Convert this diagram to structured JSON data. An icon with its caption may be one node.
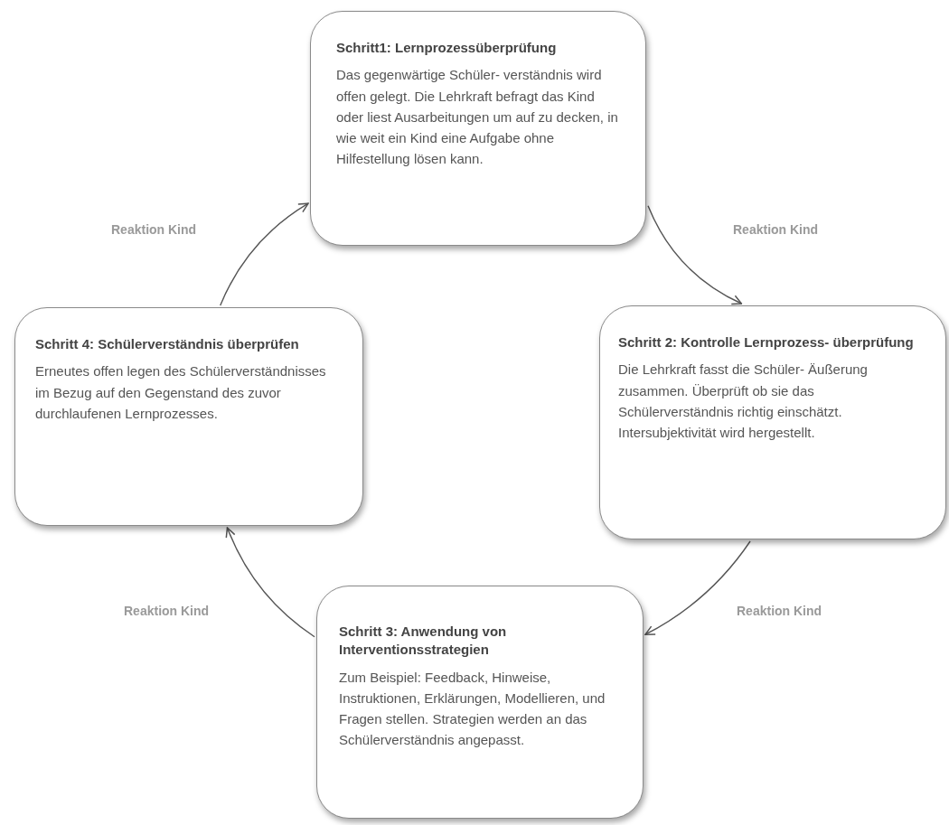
{
  "diagram": {
    "nodes": [
      {
        "text": [
          "Schritt1: Lernprozessüberprüfung",
          "Das gegenwärtige Schüler- verständnis wird offen gelegt. Die Lehrkraft befragt das Kind oder liest Ausarbeitungen um auf zu decken, in wie weit ein Kind eine Aufgabe ohne Hilfestellung lösen kann."
        ]
      },
      {
        "text": [
          "Schritt 2: Kontrolle Lernprozess- überprüfung",
          "Die Lehrkraft fasst die Schüler- Äußerung zusammen. Überprüft ob sie das Schülerverständnis richtig einschätzt. Intersubjektivität wird hergestellt."
        ]
      },
      {
        "text": [
          "Schritt 3: Anwendung von Interventionsstrategien",
          "Zum Beispiel: Feedback, Hinweise, Instruktionen, Erklärungen, Modellieren, und Fragen stellen. Strategien werden an das Schülerverständnis angepasst."
        ]
      },
      {
        "text": [
          "Schritt 4: Schülerverständnis überprüfen",
          "Erneutes offen legen des Schülerverständnisses im Bezug auf den Gegenstand des zuvor durchlaufenen Lernprozesses."
        ]
      }
    ],
    "edges": [
      {
        "from": 0,
        "to": 1,
        "arrow": "to",
        "label": "Reaktion Kind"
      },
      {
        "from": 1,
        "to": 2,
        "arrow": "to",
        "label": "Reaktion Kind"
      },
      {
        "from": 2,
        "to": 3,
        "arrow": "to",
        "label": "Reaktion Kind"
      },
      {
        "from": 3,
        "to": 0,
        "arrow": "to",
        "label": "Reaktion Kind"
      }
    ]
  }
}
